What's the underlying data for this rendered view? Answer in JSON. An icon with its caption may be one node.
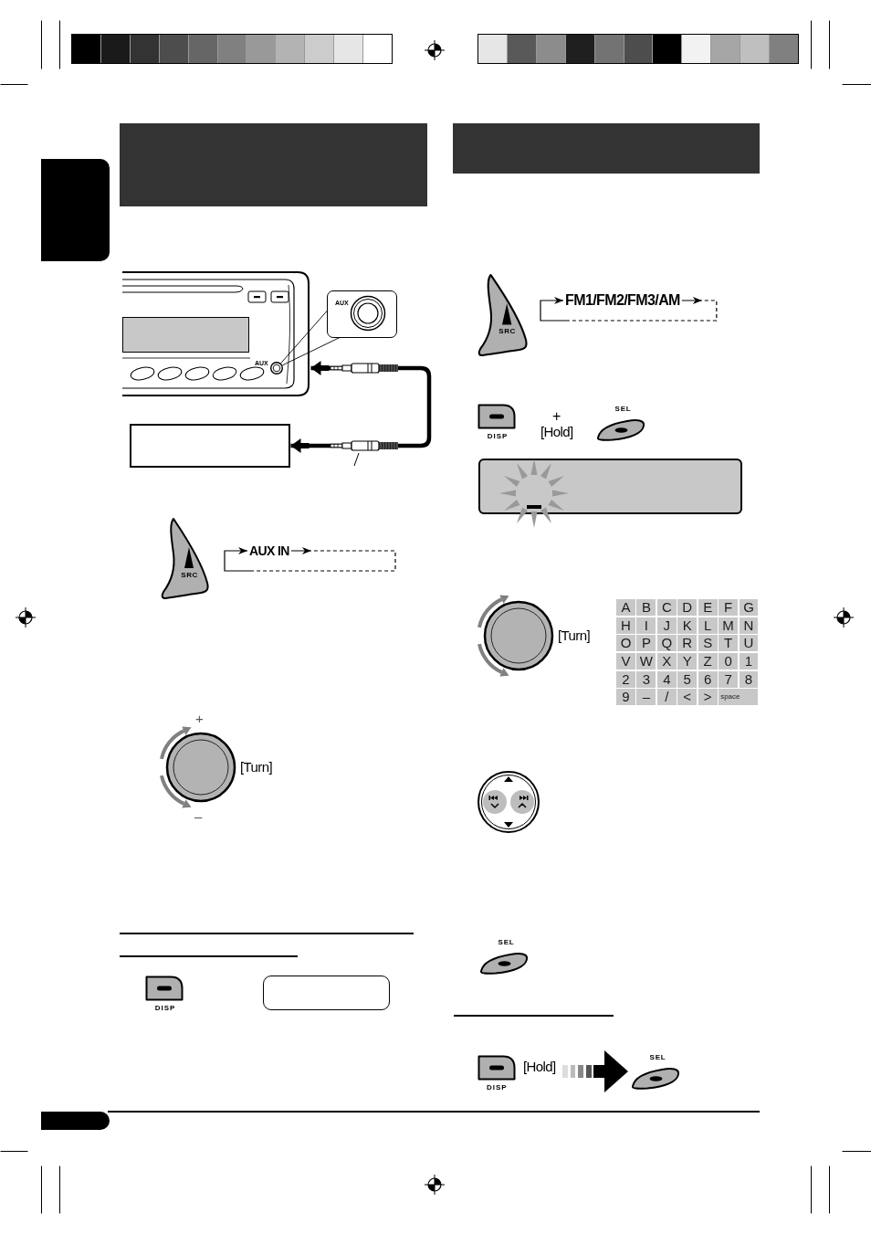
{
  "diagram": {
    "nodes": [
      {
        "text": [],
        "shape": "bar"
      },
      {
        "text": [],
        "shape": "bar"
      },
      {
        "text": [],
        "shape": "picture"
      },
      {
        "text": [],
        "shape": "box",
        "in": 2
      },
      {
        "text": [],
        "shape": "circle",
        "in": 2
      },
      {
        "text": [
          "AUX"
        ]
      },
      {
        "text": [],
        "shape": "box"
      },
      {
        "text": [
          "SRC"
        ]
      },
      {
        "text": [
          "AUX IN"
        ]
      },
      {
        "text": [
          "DISP"
        ]
      },
      {
        "text": [],
        "shape": "bar"
      },
      {
        "text": [
          "SRC"
        ]
      },
      {
        "text": [
          "FM1/FM2/FM3/AM"
        ]
      },
      {
        "text": [
          "DISP"
        ]
      },
      {
        "text": [
          "SEL"
        ]
      },
      {
        "text": [
          "SEL"
        ]
      },
      {
        "text": [
          "DISP"
        ],
        "beside": [
          "[Hold]"
        ]
      },
      {
        "text": [
          "SEL"
        ]
      }
    ],
    "edges": [
      {
        "from": 5,
        "to": 4,
        "arrow": "none"
      },
      {
        "from": 2,
        "to": 6,
        "arrow": "both",
        "style": "thick"
      },
      {
        "from": 8,
        "to": 8,
        "arrow": "to",
        "style": "dashed"
      },
      {
        "from": 12,
        "to": 12,
        "arrow": "to",
        "style": "dashed"
      },
      {
        "from": 16,
        "to": 17,
        "arrow": "to",
        "style": "thick"
      }
    ],
    "labels": [
      "AUX",
      "+",
      "[Turn]",
      "–",
      "+",
      "[Hold]",
      "[Turn]",
      "A",
      "B",
      "C",
      "D",
      "E",
      "F",
      "G",
      "H",
      "I",
      "J",
      "K",
      "L",
      "M",
      "N",
      "O",
      "P",
      "Q",
      "R",
      "S",
      "T",
      "U",
      "V",
      "W",
      "X",
      "Y",
      "Z",
      "0",
      "1",
      "2",
      "3",
      "4",
      "5",
      "6",
      "7",
      "8",
      "9",
      "–",
      "/",
      "<",
      ">",
      "space"
    ]
  }
}
